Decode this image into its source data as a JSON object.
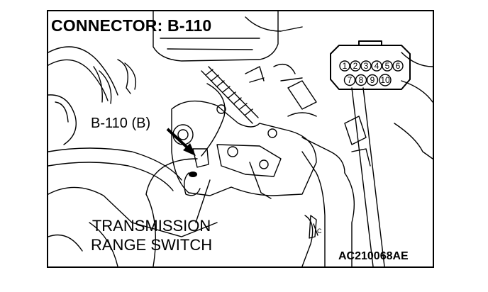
{
  "title": "CONNECTOR: B-110",
  "connector_label": "B-110 (B)",
  "part_name": [
    "TRANSMISSION",
    "RANGE SWITCH"
  ],
  "figure_code": "AC210068AE",
  "connector_pins": {
    "top_row": [
      "1",
      "2",
      "3",
      "4",
      "5",
      "6"
    ],
    "bottom_row": [
      "7",
      "8",
      "9",
      "10"
    ]
  },
  "inline_mark": "C"
}
